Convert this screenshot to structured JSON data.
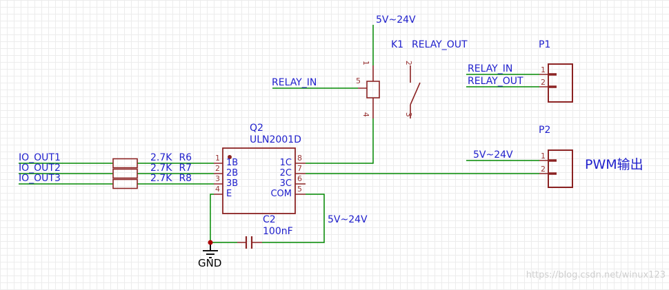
{
  "colors": {
    "wire": "#008800",
    "component_outline": "#8b2222",
    "net_label": "#2020cc",
    "pin_number": "#993333",
    "ground": "#111111",
    "junction_dot": "#aa0000",
    "watermark": "#cfcfcf",
    "grid": "#ececec",
    "background": "#ffffff"
  },
  "power_rail": {
    "label": "5V~24V"
  },
  "relay": {
    "designator": "K1",
    "output_net": "RELAY_OUT",
    "input_net": "RELAY_IN",
    "pin_numbers": {
      "coil_top": "1",
      "contact_top": "2",
      "contact_bottom": "3",
      "coil_bottom": "4",
      "coil_input": "5"
    }
  },
  "connector_p1": {
    "designator": "P1",
    "pins": [
      {
        "number": "1",
        "net": "RELAY_IN"
      },
      {
        "number": "2",
        "net": "RELAY_OUT"
      }
    ]
  },
  "connector_p2": {
    "designator": "P2",
    "pins": [
      {
        "number": "1",
        "net": "5V~24V"
      },
      {
        "number": "2",
        "net": ""
      }
    ],
    "annotation": "PWM输出"
  },
  "ic": {
    "designator": "Q2",
    "part_number": "ULN2001D",
    "left_pins": [
      {
        "number": "1",
        "name": "1B"
      },
      {
        "number": "2",
        "name": "2B"
      },
      {
        "number": "3",
        "name": "3B"
      },
      {
        "number": "4",
        "name": "E"
      }
    ],
    "right_pins": [
      {
        "number": "8",
        "name": "1C"
      },
      {
        "number": "7",
        "name": "2C"
      },
      {
        "number": "6",
        "name": "3C"
      },
      {
        "number": "5",
        "name": "COM"
      }
    ]
  },
  "input_rows": [
    {
      "net": "IO_OUT1",
      "value": "2.7K",
      "ref": "R6"
    },
    {
      "net": "IO_OUT2",
      "value": "2.7K",
      "ref": "R7"
    },
    {
      "net": "IO_OUT3",
      "value": "2.7K",
      "ref": "R8"
    }
  ],
  "capacitor": {
    "designator": "C2",
    "value": "100nF",
    "net": "5V~24V"
  },
  "ground": {
    "label": "GND"
  },
  "watermark": "https://blog.csdn.net/winux123"
}
